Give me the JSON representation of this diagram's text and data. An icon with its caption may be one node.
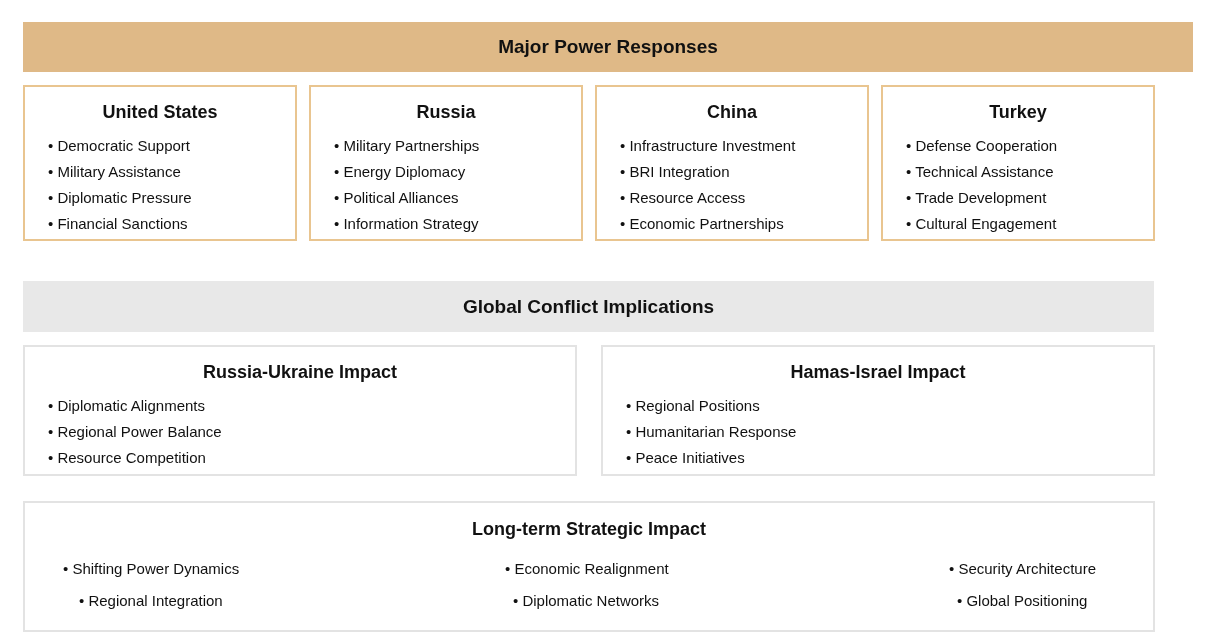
{
  "diagram": {
    "nodes": [
      {
        "text": [
          "Major Power Responses"
        ]
      },
      {
        "text": [
          "United States",
          "• Democratic Support",
          "• Military Assistance",
          "• Diplomatic Pressure",
          "• Financial Sanctions"
        ]
      },
      {
        "text": [
          "Russia",
          "• Military Partnerships",
          "• Energy Diplomacy",
          "• Political Alliances",
          "• Information Strategy"
        ]
      },
      {
        "text": [
          "China",
          "• Infrastructure Investment",
          "• BRI Integration",
          "• Resource Access",
          "• Economic Partnerships"
        ]
      },
      {
        "text": [
          "Turkey",
          "• Defense Cooperation",
          "• Technical Assistance",
          "• Trade Development",
          "• Cultural Engagement"
        ]
      },
      {
        "text": [
          "Global Conflict Implications"
        ]
      },
      {
        "text": [
          "Russia-Ukraine Impact",
          "• Diplomatic Alignments",
          "• Regional Power Balance",
          "• Resource Competition"
        ]
      },
      {
        "text": [
          "Hamas-Israel Impact",
          "• Regional Positions",
          "• Humanitarian Response",
          "• Peace Initiatives"
        ]
      },
      {
        "text": [
          "Long-term Strategic Impact",
          "• Shifting Power Dynamics",
          "• Economic Realignment",
          "• Security Architecture",
          "• Regional Integration",
          "• Diplomatic Networks",
          "• Global Positioning"
        ]
      }
    ]
  }
}
